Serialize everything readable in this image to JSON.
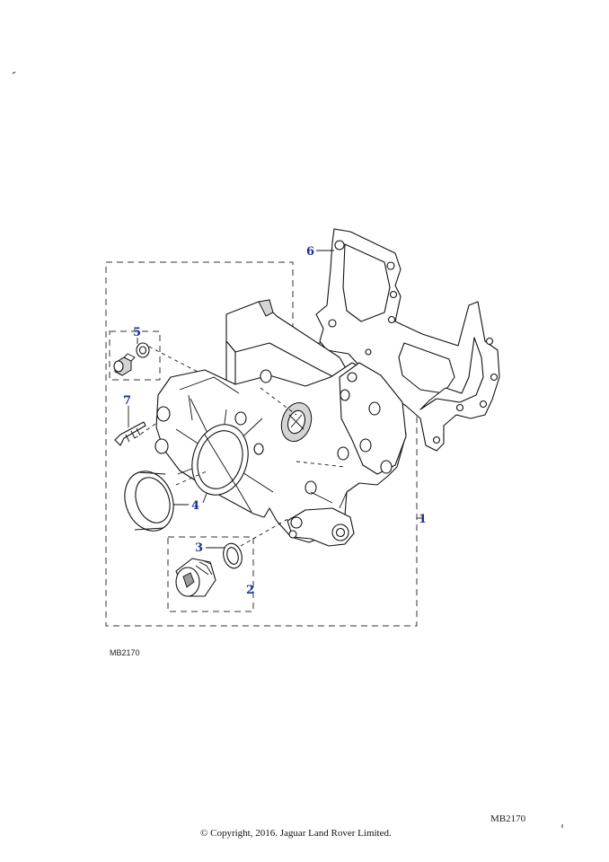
{
  "diagram": {
    "callouts": [
      {
        "id": "1",
        "label": "1"
      },
      {
        "id": "2",
        "label": "2"
      },
      {
        "id": "3",
        "label": "3"
      },
      {
        "id": "4",
        "label": "4"
      },
      {
        "id": "5",
        "label": "5"
      },
      {
        "id": "6",
        "label": "6"
      },
      {
        "id": "7",
        "label": "7"
      }
    ],
    "figure_ref": "MB2170",
    "footer_ref": "MB2170",
    "copyright": "© Copyright, 2016. Jaguar Land Rover Limited.",
    "colors": {
      "callout": "#1c2f9a",
      "line": "#111111",
      "part_fill": "#ffffff",
      "shade": "#d4d4d4"
    }
  }
}
